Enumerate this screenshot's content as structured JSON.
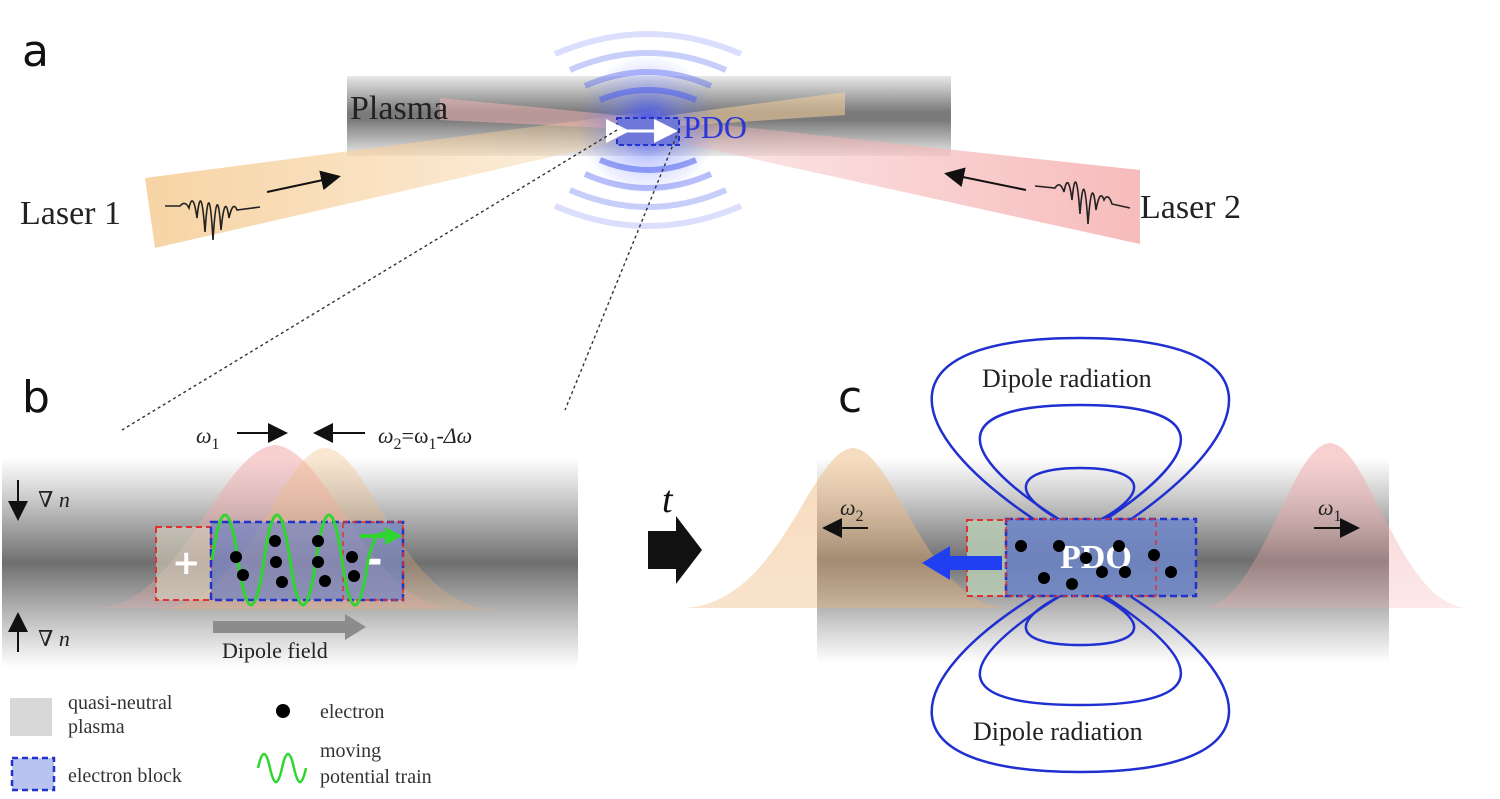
{
  "panels": {
    "a": "a",
    "b": "b",
    "c": "c"
  },
  "panel_a": {
    "plasma_label": "Plasma",
    "pdo_label": "PDO",
    "laser1_label": "Laser 1",
    "laser2_label": "Laser 2"
  },
  "panel_b": {
    "omega1": "ω",
    "omega1_sub": "1",
    "omega2": "ω",
    "omega2_sub": "2",
    "omega2_rest": "=ω",
    "omega2_rest_sub": "1",
    "omega2_tail": "-Δω",
    "grad_n_top": "∇ n",
    "grad_n_bottom": "∇ n",
    "plus": "+",
    "minus": "-",
    "dipole_field": "Dipole field"
  },
  "time_arrow": {
    "label": "t"
  },
  "panel_c": {
    "radiation_top": "Dipole radiation",
    "radiation_bottom": "Dipole radiation",
    "pdo_label": "PDO",
    "omega2": "ω",
    "omega2_sub": "2",
    "omega1": "ω",
    "omega1_sub": "1"
  },
  "legend": {
    "plasma_line1": "quasi-neutral",
    "plasma_line2": "plasma",
    "electron": "electron",
    "electron_block": "electron block",
    "train_line1": "moving",
    "train_line2": "potential train"
  },
  "colors": {
    "plasma": "#8a8a8a",
    "laser1": "#f3c690",
    "laser2": "#f4b0b0",
    "electron_block": "#2233cc",
    "radiation_lines": "#1f2fd0",
    "potential_train": "#2ed62e",
    "ion_block": "#e03030"
  }
}
